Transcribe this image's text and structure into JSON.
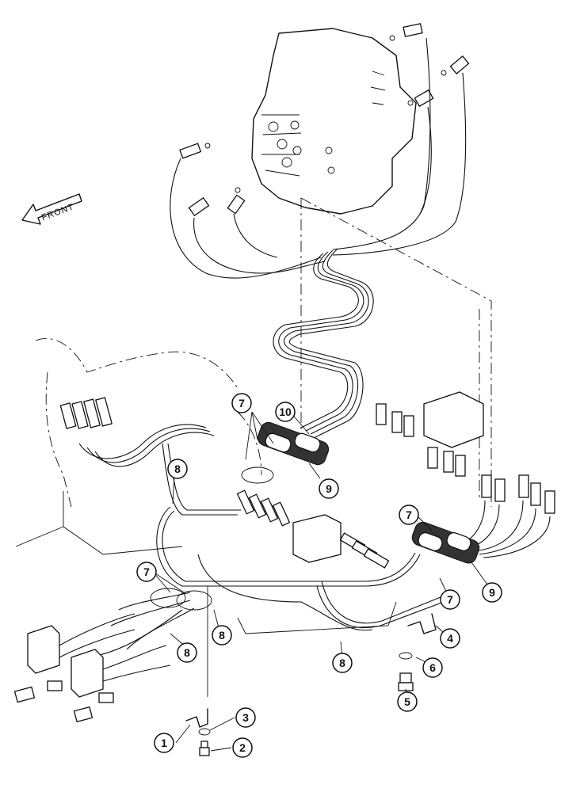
{
  "diagram": {
    "direction_label": "FRONT",
    "callouts": [
      "1",
      "2",
      "3",
      "4",
      "5",
      "6",
      "7",
      "7",
      "7",
      "7",
      "8",
      "8",
      "8",
      "8",
      "9",
      "9",
      "10"
    ]
  },
  "colors": {
    "line": "#111111",
    "background": "#ffffff"
  }
}
